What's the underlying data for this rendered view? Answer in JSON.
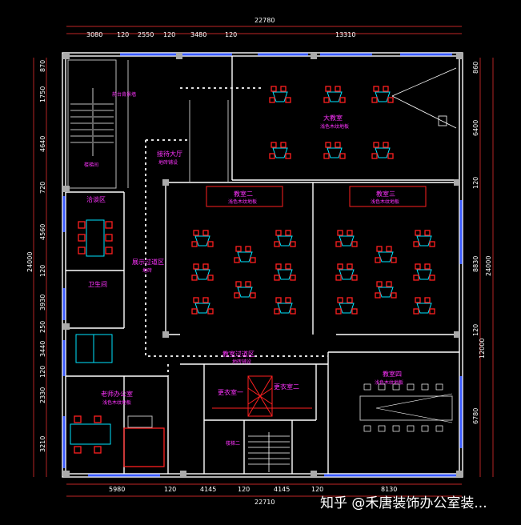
{
  "dims": {
    "top_total": "22780",
    "top_segments": [
      "3080",
      "120",
      "2550",
      "120",
      "3480",
      "120",
      "13310"
    ],
    "bottom_total": "22710",
    "bottom_segments": [
      "5980",
      "120",
      "4145",
      "120",
      "4145",
      "120",
      "8130"
    ],
    "left_total": "24000",
    "left_segments": [
      "870",
      "1750",
      "4640",
      "720",
      "4560",
      "120",
      "3930",
      "250",
      "3440",
      "120",
      "2330",
      "3210"
    ],
    "right_total": "24000",
    "right_segments": [
      "860",
      "6400",
      "120",
      "8830",
      "120",
      "6780"
    ],
    "right_sub": "12000"
  },
  "rooms": {
    "large_meeting": "大教室",
    "large_meeting_sub": "浅色木纹地板",
    "classroom2": "教室二",
    "classroom2_sub": "浅色木纹地板",
    "classroom3": "教室三",
    "classroom3_sub": "浅色木纹地板",
    "classroom4": "教室四",
    "classroom4_sub": "浅色木纹地板",
    "reception": "接待大厅",
    "reception_sub": "地砖铺设",
    "display": "展示过道区",
    "display_sub": "地砖",
    "corridor": "教室过道区",
    "corridor_sub": "地砖铺设",
    "office": "老师办公室",
    "office_sub": "浅色木纹地板",
    "negotiation": "洽谈区",
    "restroom": "卫生间",
    "break1": "更衣室一",
    "break2": "更衣室二",
    "stair_room": "楼梯间",
    "stair2": "楼梯二",
    "front_desk": "前台背景墙"
  },
  "watermark": "知乎 @禾唐装饰办公室装..."
}
